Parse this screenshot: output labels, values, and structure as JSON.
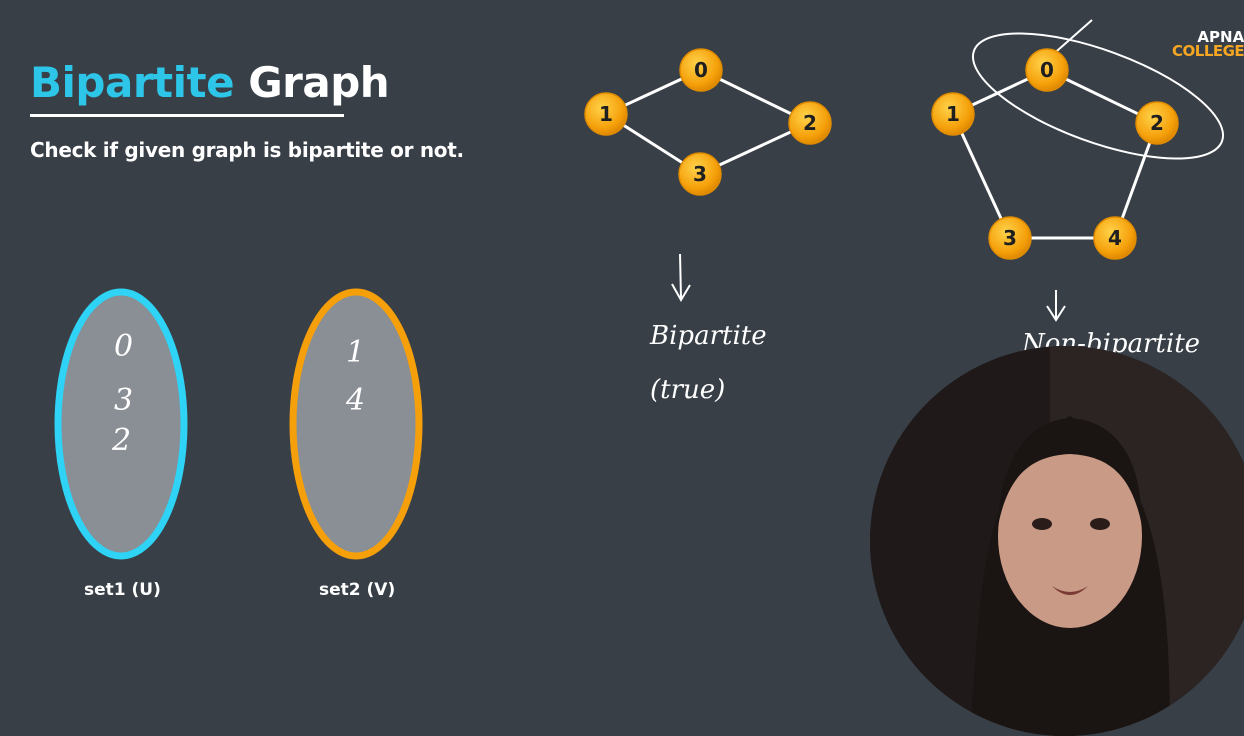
{
  "title": {
    "accent": "Bipartite",
    "rest": "Graph"
  },
  "subtitle": "Check if given graph is bipartite or not.",
  "logo": {
    "line1": "APNA",
    "line2": "COLLEGE"
  },
  "sets": [
    {
      "label": "set1 (U)",
      "handwritten": [
        "0",
        "3",
        "2"
      ],
      "color": "#2ed3f5"
    },
    {
      "label": "set2 (V)",
      "handwritten": [
        "1",
        "4"
      ],
      "color": "#f5a00a"
    }
  ],
  "graph1": {
    "nodes": [
      "0",
      "1",
      "2",
      "3"
    ],
    "edges": [
      [
        "0",
        "1"
      ],
      [
        "0",
        "2"
      ],
      [
        "1",
        "3"
      ],
      [
        "2",
        "3"
      ]
    ],
    "annotation": [
      "Bipartite",
      "(true)"
    ]
  },
  "graph2": {
    "nodes": [
      "0",
      "1",
      "2",
      "3",
      "4"
    ],
    "edges": [
      [
        "0",
        "1"
      ],
      [
        "0",
        "2"
      ],
      [
        "1",
        "3"
      ],
      [
        "3",
        "4"
      ],
      [
        "2",
        "4"
      ]
    ],
    "annotation": [
      "Non-bipartite"
    ]
  },
  "colors": {
    "background": "#383f47",
    "node": "#f5a623",
    "accent": "#2ec6e8"
  }
}
